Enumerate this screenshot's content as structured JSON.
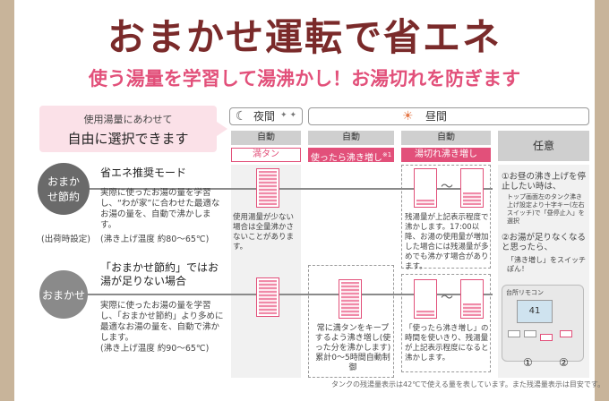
{
  "title": "おまかせ運転で省エネ",
  "subtitle": "使う湯量を学習して湯沸かし！お湯切れを防ぎます",
  "callout": {
    "line1": "使用湯量にあわせて",
    "line2": "自由に選択できます"
  },
  "header": {
    "night": "夜間",
    "day": "昼間"
  },
  "columns": [
    {
      "tag": "自動",
      "sub": "満タン"
    },
    {
      "tag": "自動",
      "sub": "使ったら沸き増し",
      "sub_note": "※1"
    },
    {
      "tag": "自動",
      "sub": "湯切れ沸き増し"
    },
    {
      "tag": "任意"
    }
  ],
  "mode1": {
    "circle": "おまかせ節約",
    "name": "省エネ推奨モード",
    "desc": "実際に使ったお湯の量を学習し、“わが家”に合わせた最適なお湯の量を、自動で沸かします。",
    "temp": "(沸き上げ温度 約80〜65℃)",
    "default": "(出荷時設定)"
  },
  "mode2": {
    "circle": "おまかせ",
    "name": "「おまかせ節約」ではお湯が足りない場合",
    "desc": "実際に使ったお湯の量を学習し、「おまかせ節約」より多めに最適なお湯の量を、自動で沸かします。",
    "temp": "(沸き上げ温度 約90〜65℃)"
  },
  "col1_note": "使用湯量が少ない場合は全量沸かさないことがあります。",
  "col2_note": "常に満タンをキープするよう沸き増し(使った分を沸かします)累計0〜5時間自動制御",
  "col3_note1": "残湯量が上記表示程度で沸かします。17:00以降、お湯の使用量が増加した場合には残湯量が多めでも沸かす場合があります。",
  "col3_note2": "「使ったら沸き増し」の時間を使いきり、残湯量が上記表示程度になると沸かします。",
  "col4_note1": "①お昼の沸き上げを停止したい時は、",
  "col4_note1b": "トップ画面左のタンク沸き上げ設定より十字キー(左右スイッチ)で「昼停止入」を選択",
  "col4_note2": "②お湯が足りなくなると思ったら、",
  "col4_note2b": "「沸き増し」をスイッチぽん！",
  "remote_label": "台所リモコン",
  "remote_screen": "41",
  "num1": "①",
  "num2": "②",
  "footnote": "タンクの残湯量表示は42℃で使える量を表しています。また残湯量表示は目安です。",
  "colors": {
    "accent": "#e2507a",
    "title": "#7a2a2a",
    "frame": "#c8b49a"
  }
}
